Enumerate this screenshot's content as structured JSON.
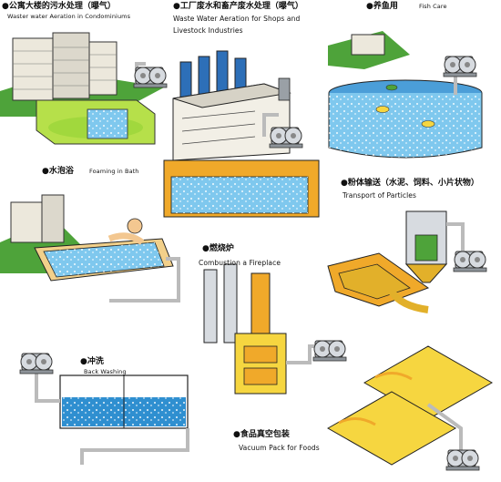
{
  "labels": {
    "condo_cn": "●公寓大楼的污水处理（曝气）",
    "condo_en": "Waster water Aeration in Condominiums",
    "factory_cn": "●工厂废水和畜产废水处理（曝气）",
    "factory_en1": "Waste Water Aeration for Shops and",
    "factory_en2": "Livestock Industries",
    "fish_cn": "●养鱼用",
    "fish_en": "Fish Care",
    "bath_cn": "●水泡浴",
    "bath_en": "Foaming in Bath",
    "powder_cn": "●粉体输送（水泥、饲料、小片状物）",
    "powder_en": "Transport of Particles",
    "fire_cn": "●燃烧炉",
    "fire_en": "Combustion a Fireplace",
    "wash_cn": "●冲洗",
    "wash_en": "Back Washing",
    "food_cn": "●食品真空包装",
    "food_en": "Vacuum Pack for Foods"
  },
  "colors": {
    "water": "#7fc8ee",
    "water_dark": "#2f8fd0",
    "pipe": "#c9c9c9",
    "blower": "#bfc3c8",
    "building": "#e9e6dc",
    "grass": "#4ea33a",
    "tank_green": "#b6e04a",
    "orange": "#f0a92a",
    "yellow": "#f6d640",
    "powder": "#e2b02a"
  },
  "icons": [
    "blower-icon",
    "factory-icon",
    "building-icon",
    "fish-tank-icon",
    "bathtub-icon",
    "silo-icon",
    "furnace-icon",
    "wash-tank-icon",
    "conveyor-icon"
  ]
}
